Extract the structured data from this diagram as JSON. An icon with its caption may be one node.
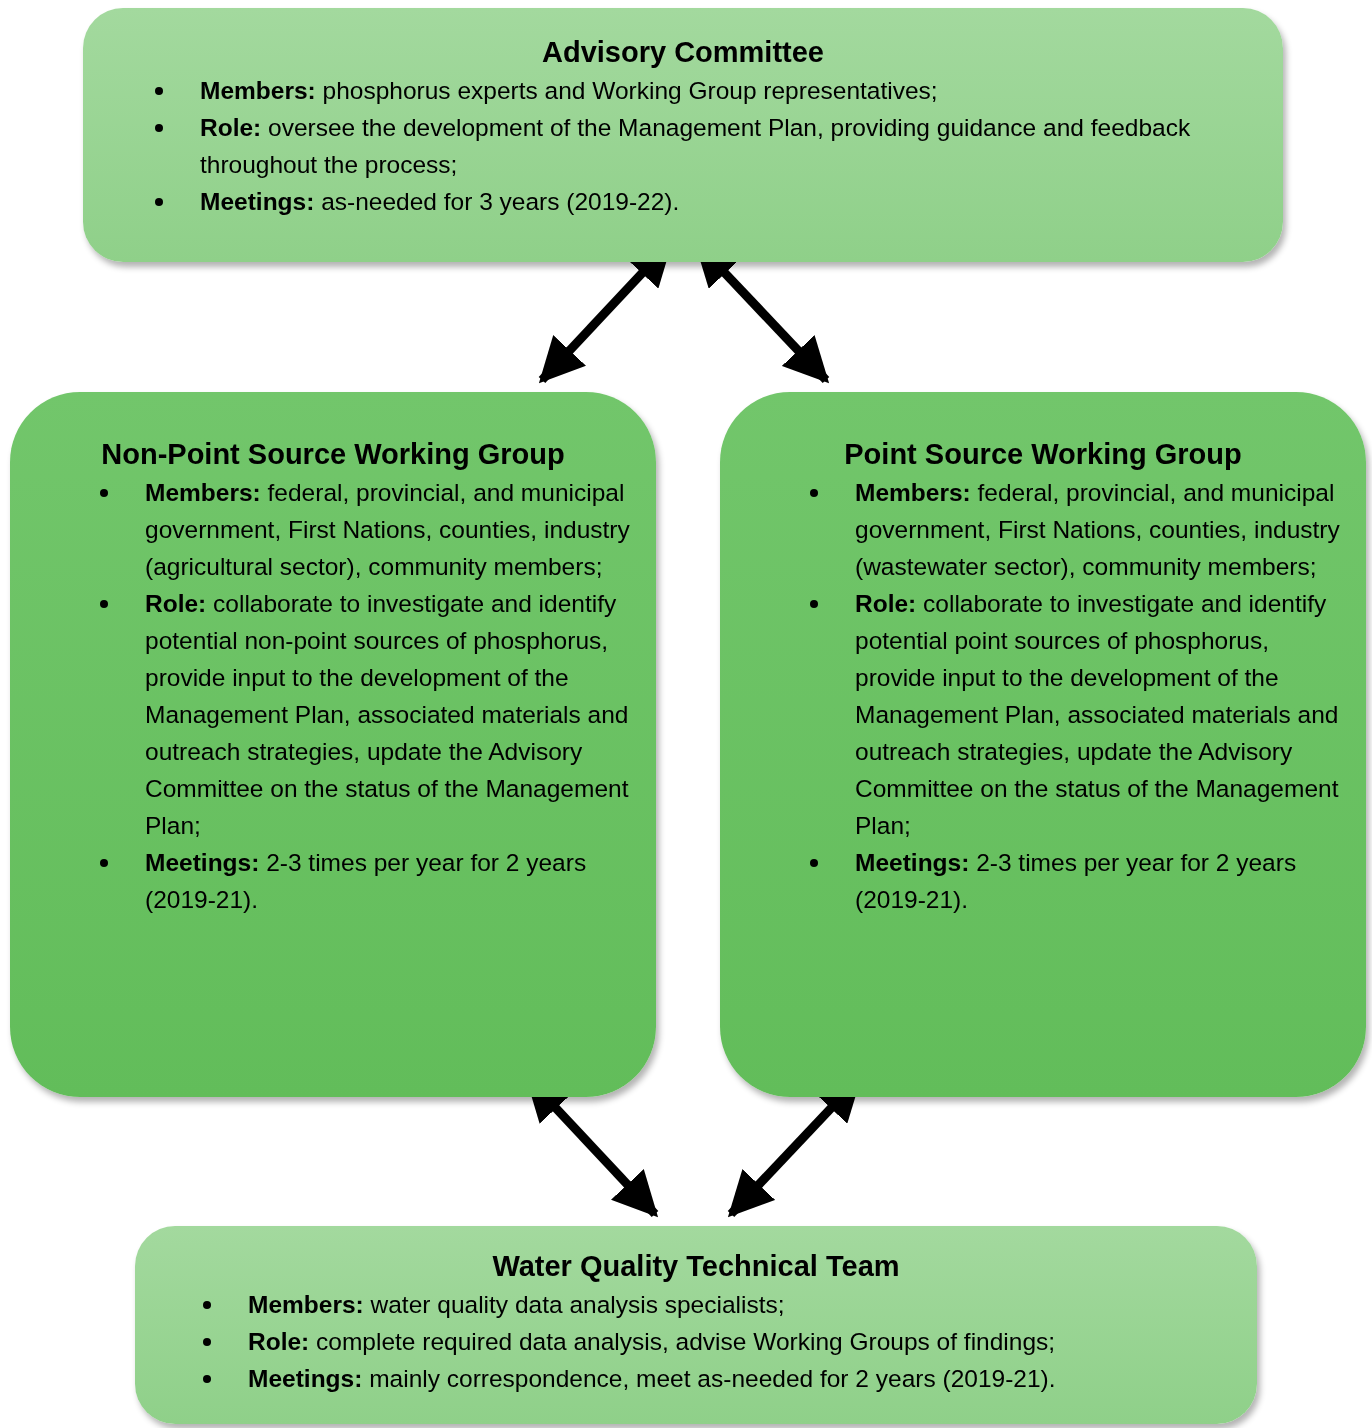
{
  "diagram": {
    "nodes": [
      {
        "text": [
          "Advisory Committee",
          "**Members:** phosphorus experts and Working Group representatives;",
          "**Role:** oversee the development of the Management Plan, providing guidance and feedback throughout the process;",
          "**Meetings:** as-needed for 3 years (2019-22)."
        ]
      },
      {
        "text": [
          "Non-Point Source Working Group",
          "**Members:** federal, provincial, and municipal government, First Nations, counties, industry (agricultural sector), community members;",
          "**Role:** collaborate to investigate and identify potential non-point sources of phosphorus, provide input to the development of the Management Plan, associated materials and outreach strategies, update the Advisory Committee on the status of the Management Plan;",
          "**Meetings:** 2-3 times per year for 2 years (2019-21)."
        ]
      },
      {
        "text": [
          "Point Source Working Group",
          "**Members:** federal, provincial, and municipal government, First Nations, counties, industry (wastewater sector), community members;",
          "**Role:** collaborate to investigate and identify potential point sources of phosphorus, provide input to the development of the Management Plan, associated materials and outreach strategies, update the Advisory Committee on the status of the Management Plan;",
          "**Meetings:** 2-3 times per year for 2 years (2019-21)."
        ]
      },
      {
        "text": [
          "Water Quality Technical Team",
          "**Members:** water quality data analysis specialists;",
          "**Role:** complete required data analysis, advise Working Groups of findings;",
          "**Meetings:** mainly correspondence, meet as-needed for 2 years (2019-21)."
        ]
      }
    ],
    "edges": [
      {
        "from": 0,
        "to": 1,
        "arrow": "both"
      },
      {
        "from": 0,
        "to": 2,
        "arrow": "both"
      },
      {
        "from": 1,
        "to": 3,
        "arrow": "both"
      },
      {
        "from": 2,
        "to": 3,
        "arrow": "both"
      }
    ]
  }
}
